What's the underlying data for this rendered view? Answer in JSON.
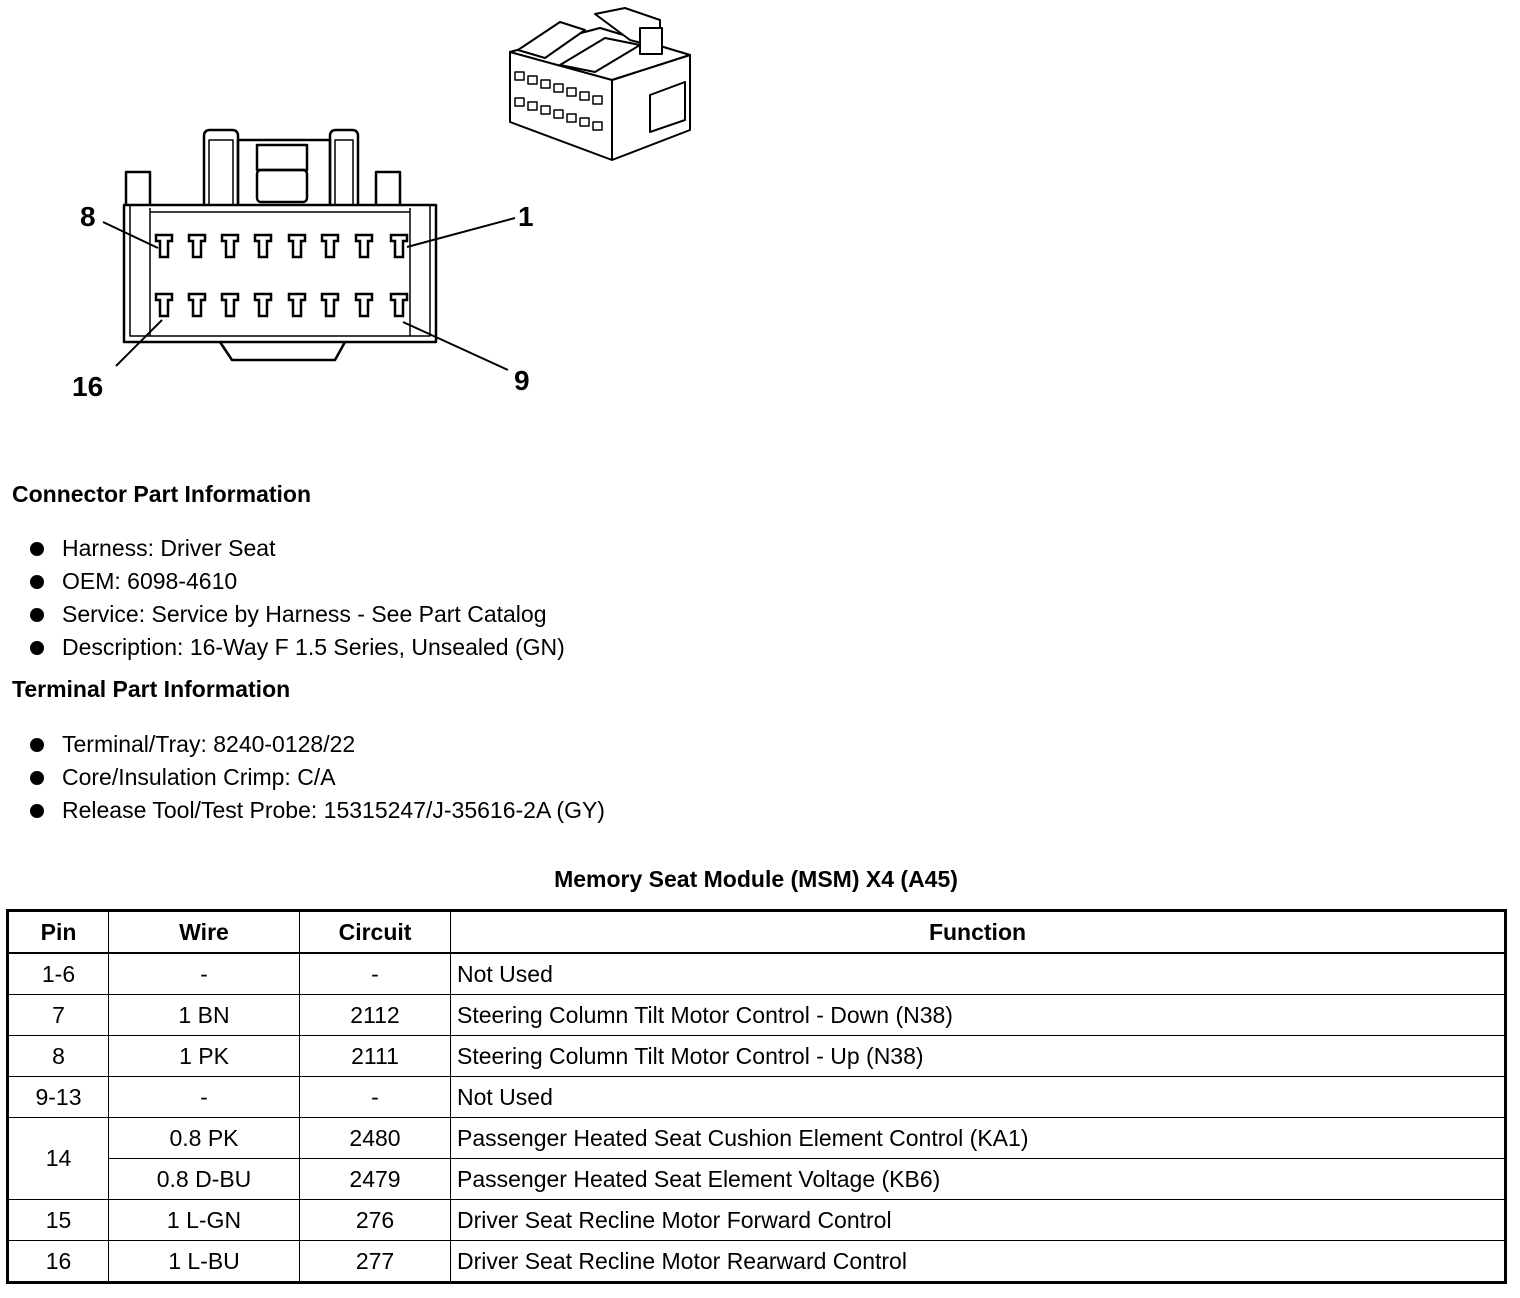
{
  "diagram": {
    "pin_labels": {
      "top_left": "8",
      "top_right": "1",
      "bottom_left": "16",
      "bottom_right": "9"
    }
  },
  "connector_info": {
    "heading": "Connector Part Information",
    "items": [
      "Harness: Driver Seat",
      "OEM: 6098-4610",
      "Service: Service by Harness - See Part Catalog",
      "Description: 16-Way F 1.5 Series, Unsealed (GN)"
    ]
  },
  "terminal_info": {
    "heading": "Terminal Part Information",
    "items": [
      "Terminal/Tray: 8240-0128/22",
      "Core/Insulation Crimp: C/A",
      "Release Tool/Test Probe: 15315247/J-35616-2A (GY)"
    ]
  },
  "table": {
    "title": "Memory Seat Module (MSM) X4 (A45)",
    "headers": {
      "pin": "Pin",
      "wire": "Wire",
      "circuit": "Circuit",
      "function": "Function"
    },
    "rows": [
      {
        "pin": "1-6",
        "wire": "-",
        "circuit": "-",
        "function": "Not Used"
      },
      {
        "pin": "7",
        "wire": "1 BN",
        "circuit": "2112",
        "function": "Steering Column Tilt Motor Control - Down (N38)"
      },
      {
        "pin": "8",
        "wire": "1 PK",
        "circuit": "2111",
        "function": "Steering Column Tilt Motor Control - Up (N38)"
      },
      {
        "pin": "9-13",
        "wire": "-",
        "circuit": "-",
        "function": "Not Used"
      },
      {
        "pin": "14",
        "wire": "0.8 PK",
        "circuit": "2480",
        "function": "Passenger Heated Seat Cushion Element Control (KA1)"
      },
      {
        "pin": "",
        "wire": "0.8 D-BU",
        "circuit": "2479",
        "function": "Passenger Heated Seat Element Voltage (KB6)"
      },
      {
        "pin": "15",
        "wire": "1 L-GN",
        "circuit": "276",
        "function": "Driver Seat Recline Motor Forward Control"
      },
      {
        "pin": "16",
        "wire": "1 L-BU",
        "circuit": "277",
        "function": "Driver Seat Recline Motor Rearward Control"
      }
    ]
  }
}
